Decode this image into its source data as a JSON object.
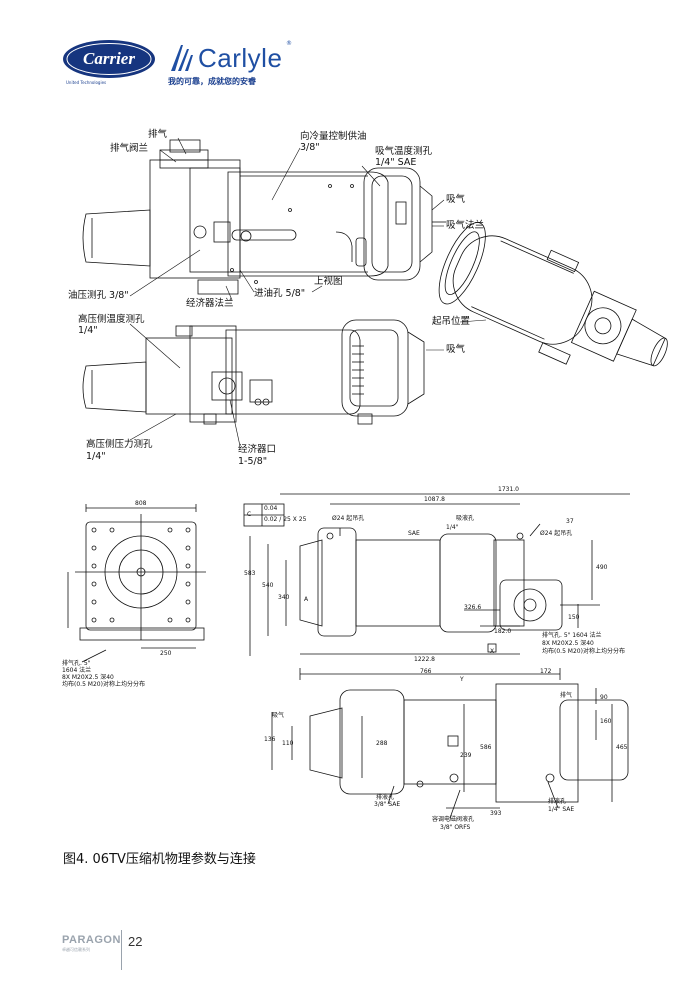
{
  "header": {
    "brand_primary": "Carrier",
    "brand_primary_sub": "United Technologies",
    "brand_secondary": "Carlyle",
    "trademark": "®",
    "slogan": "我的可靠，成就您的安睿",
    "colors": {
      "brand_blue": "#1f4fa3",
      "brand_dark": "#16357f"
    }
  },
  "top_view_labels": {
    "exhaust": "排气",
    "exhaust_flange": "排气阀兰",
    "cooling_supply": "向冷量控制供油",
    "cooling_supply_size": "3/8\"",
    "suction_temp": "吸气温度测孔",
    "suction_temp_size": "1/4\" SAE",
    "suction": "吸气",
    "suction_flange": "吸气法兰",
    "oil_port": "油压测孔 3/8\"",
    "economizer_flange": "经济器法兰",
    "oil_inlet": "进油孔 5/8\"",
    "top_view": "上视图",
    "lifting_position": "起吊位置"
  },
  "side_view_labels": {
    "hp_temp": "高压侧温度测孔",
    "hp_temp_size": "1/4\"",
    "suction": "吸气",
    "hp_pressure": "高压侧压力测孔",
    "hp_pressure_size": "1/4\"",
    "economizer_port": "经济器口",
    "economizer_port_size": "1-5/8\""
  },
  "dimensions": {
    "front_width": "808",
    "front_bottom": "250",
    "total_length": "1731.0",
    "length_1": "1087.8",
    "d37": "37",
    "lift_hole_left": "Ø24 起吊孔",
    "lift_hole_right": "Ø24 起吊孔",
    "sae": "SAE",
    "quarter_in": "1/4\"",
    "discharge_note": "吸液孔",
    "h583": "583",
    "h540": "540",
    "h340": "340",
    "d326": "326.6",
    "h490": "490",
    "h150": "150",
    "d182": "182.0",
    "len_1222": "1222.8",
    "len_766": "766",
    "len_172": "172",
    "h90": "90",
    "h160": "160",
    "h465": "465",
    "h136": "136",
    "h110": "110",
    "h288": "288",
    "h586": "586",
    "h239": "239",
    "w393": "393",
    "sae38": "3/8\" SAE",
    "sae14": "1/4\" SAE",
    "orfs": "3/8\" ORFS",
    "drain_port": "排液孔",
    "capacity_port": "容调电磁阀液孔",
    "flatness_a": "0.04",
    "flatness_b": "0.02 / 25 X 25",
    "datum_c": "C",
    "datum_a": "A",
    "datum_y": "Y",
    "datum_x": "X",
    "front_note_1": "排气孔. 5\"",
    "front_note_2": "1604 法兰",
    "front_note_3": "8X M20X2.5 深40",
    "front_note_4": "均布(0.5 M20)对称上均分分布",
    "right_note_1": "排气孔. 5\" 1604 法兰",
    "right_note_2": "8X M20X2.5 深40",
    "right_note_3": "均布(0.5 M20)对称上均分分布",
    "exhaust_small": "排气",
    "suction_small": "吸气"
  },
  "caption": "图4.  06TV压缩机物理参数与连接",
  "footer": {
    "logo": "PARAGON",
    "logo_sub": "卓越可信赖系列",
    "page_number": "22"
  }
}
